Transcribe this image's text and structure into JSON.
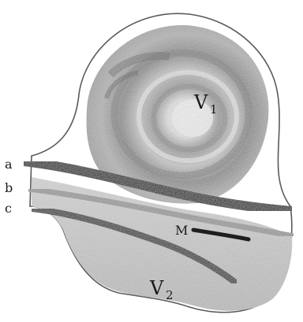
{
  "labels": {
    "a": "a",
    "b": "b",
    "c": "c",
    "v1": "V",
    "v1_sub": "1",
    "m": "M",
    "v2": "V",
    "v2_sub": "2"
  },
  "colors": {
    "background": "#ffffff",
    "outline": "#5a5a5a",
    "dark_band": "#111111",
    "mid_gray": "#8c8c8c",
    "light_gray": "#d6d6d6",
    "pale_center": "#f2f2f2"
  }
}
